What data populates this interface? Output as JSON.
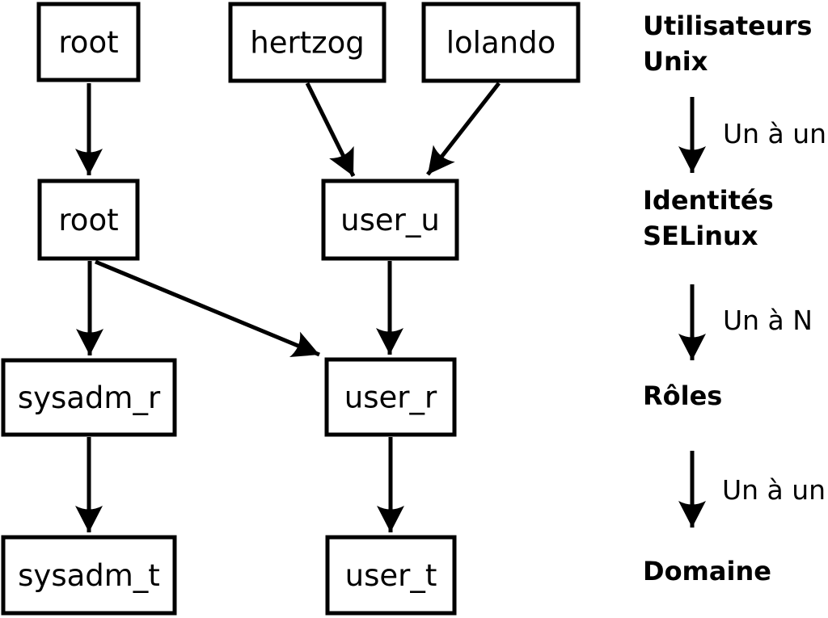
{
  "colors": {
    "ink": "#000000",
    "background": "#ffffff"
  },
  "nodes": {
    "unix_root": "root",
    "unix_hertzog": "hertzog",
    "unix_lolando": "lolando",
    "selinux_root": "root",
    "selinux_user_u": "user_u",
    "role_sysadm_r": "sysadm_r",
    "role_user_r": "user_r",
    "domain_sysadm_t": "sysadm_t",
    "domain_user_t": "user_t"
  },
  "legend": {
    "level1_line1": "Utilisateurs",
    "level1_line2": "Unix",
    "relation1": "Un à un",
    "level2_line1": "Identités",
    "level2_line2": "SELinux",
    "relation2": "Un à N",
    "level3": "Rôles",
    "relation3": "Un à un",
    "level4": "Domaine"
  }
}
